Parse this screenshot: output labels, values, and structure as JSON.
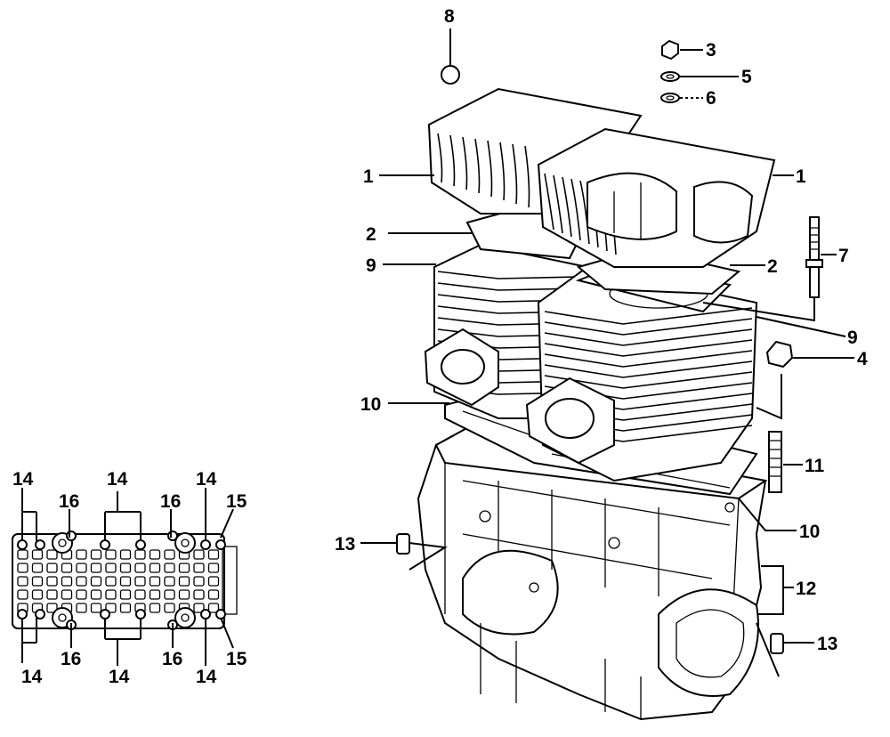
{
  "diagram": {
    "callouts": {
      "c1_left": "1",
      "c1_right": "1",
      "c2_left": "2",
      "c2_right": "2",
      "c3": "3",
      "c4": "4",
      "c5": "5",
      "c6": "6",
      "c7": "7",
      "c8": "8",
      "c9_left": "9",
      "c9_right": "9",
      "c10_left": "10",
      "c10_right": "10",
      "c11": "11",
      "c12": "12",
      "c13_left": "13",
      "c13_right": "13"
    },
    "inset_callouts": {
      "top_14_a": "14",
      "top_16_a": "16",
      "top_14_b": "14",
      "top_16_b": "16",
      "top_14_c": "14",
      "top_15": "15",
      "bot_14_a": "14",
      "bot_16_a": "16",
      "bot_14_b": "14",
      "bot_16_b": "16",
      "bot_14_c": "14",
      "bot_15": "15"
    }
  }
}
